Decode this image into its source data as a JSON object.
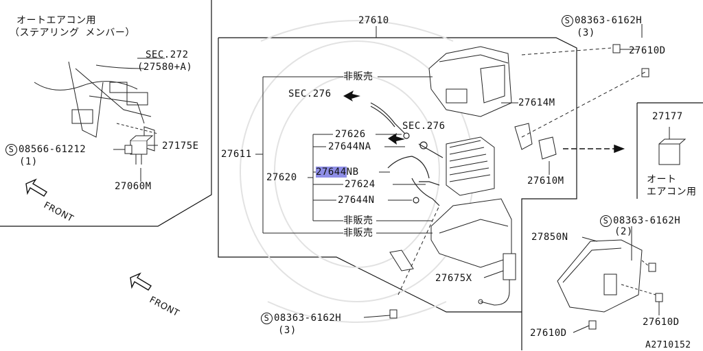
{
  "left_panel": {
    "title_line1": "オートエアコン用",
    "title_line2": "（ステアリング メンバー）",
    "sec_ref": "SEC.272",
    "sec_sub": "(27580+A)",
    "bolt_part": "08566-61212",
    "bolt_qty": "(1)",
    "bracket_part": "27175E",
    "relay_part": "27060M",
    "front_label": "FRONT"
  },
  "main": {
    "top_part": "27610",
    "not_for_sale_1": "非販売",
    "not_for_sale_2": "非販売",
    "not_for_sale_3": "非販売",
    "sec_276_a": "SEC.276",
    "sec_276_b": "SEC.276",
    "p27626": "27626",
    "p27644NA": "27644NA",
    "p27644NB": "27644",
    "p27644NB_suffix": "NB",
    "p27624": "27624",
    "p27644N": "27644N",
    "p27611": "27611",
    "p27620": "27620",
    "p27614M": "27614M",
    "p27610M": "27610M",
    "p27675X": "27675X",
    "p27610D_top": "27610D",
    "bolt_top": "08363-6162H",
    "bolt_top_qty": "(3)",
    "bolt_bottom": "08363-6162H",
    "bolt_bottom_qty": "(3)",
    "front_label": "FRONT"
  },
  "right_top_panel": {
    "part": "27177",
    "note_line1": "オート",
    "note_line2": "エアコン用"
  },
  "right_bottom_panel": {
    "bolt": "08363-6162H",
    "bolt_qty": "(2)",
    "duct_part": "27850N",
    "p27610D_a": "27610D",
    "p27610D_b": "27610D"
  },
  "figure_code": "A2710152",
  "highlight_color": "#8e8ee6"
}
